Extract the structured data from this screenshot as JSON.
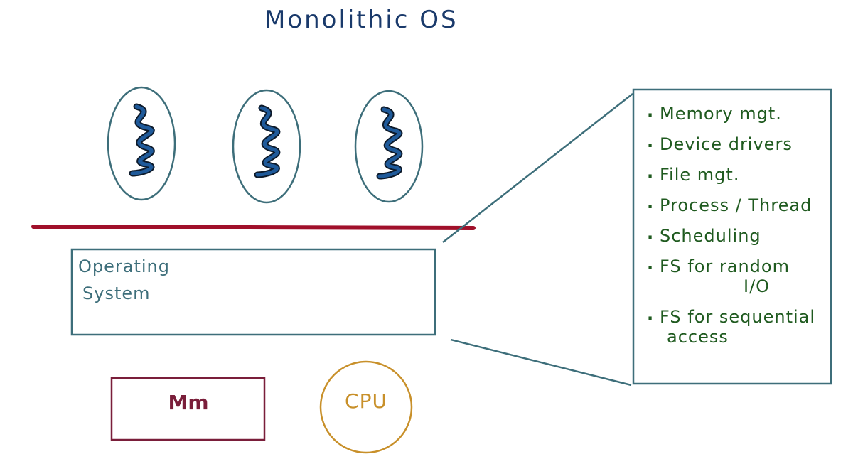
{
  "title": "Monolithic OS",
  "operating_system": {
    "line1": "Operating",
    "line2": "System"
  },
  "hardware": {
    "memory": "Mm",
    "cpu": "CPU"
  },
  "services": [
    {
      "text": "Memory mgt."
    },
    {
      "text": "Device drivers"
    },
    {
      "text": "File mgt."
    },
    {
      "text": "Process / Thread"
    },
    {
      "text": "Scheduling"
    },
    {
      "text": "FS for random",
      "continuation": "I/O"
    },
    {
      "text": "FS for sequential",
      "continuation": "access"
    }
  ],
  "processes": {
    "count": 3,
    "icon": "thread-squiggle-icon"
  },
  "colors": {
    "title": "#1a3a6b",
    "outline": "#3d6e7a",
    "boundary": "#a0102a",
    "thread": "#1f5a9a",
    "memory": "#7a1e3a",
    "cpu": "#c8902a",
    "services_text": "#1f5a1f"
  }
}
